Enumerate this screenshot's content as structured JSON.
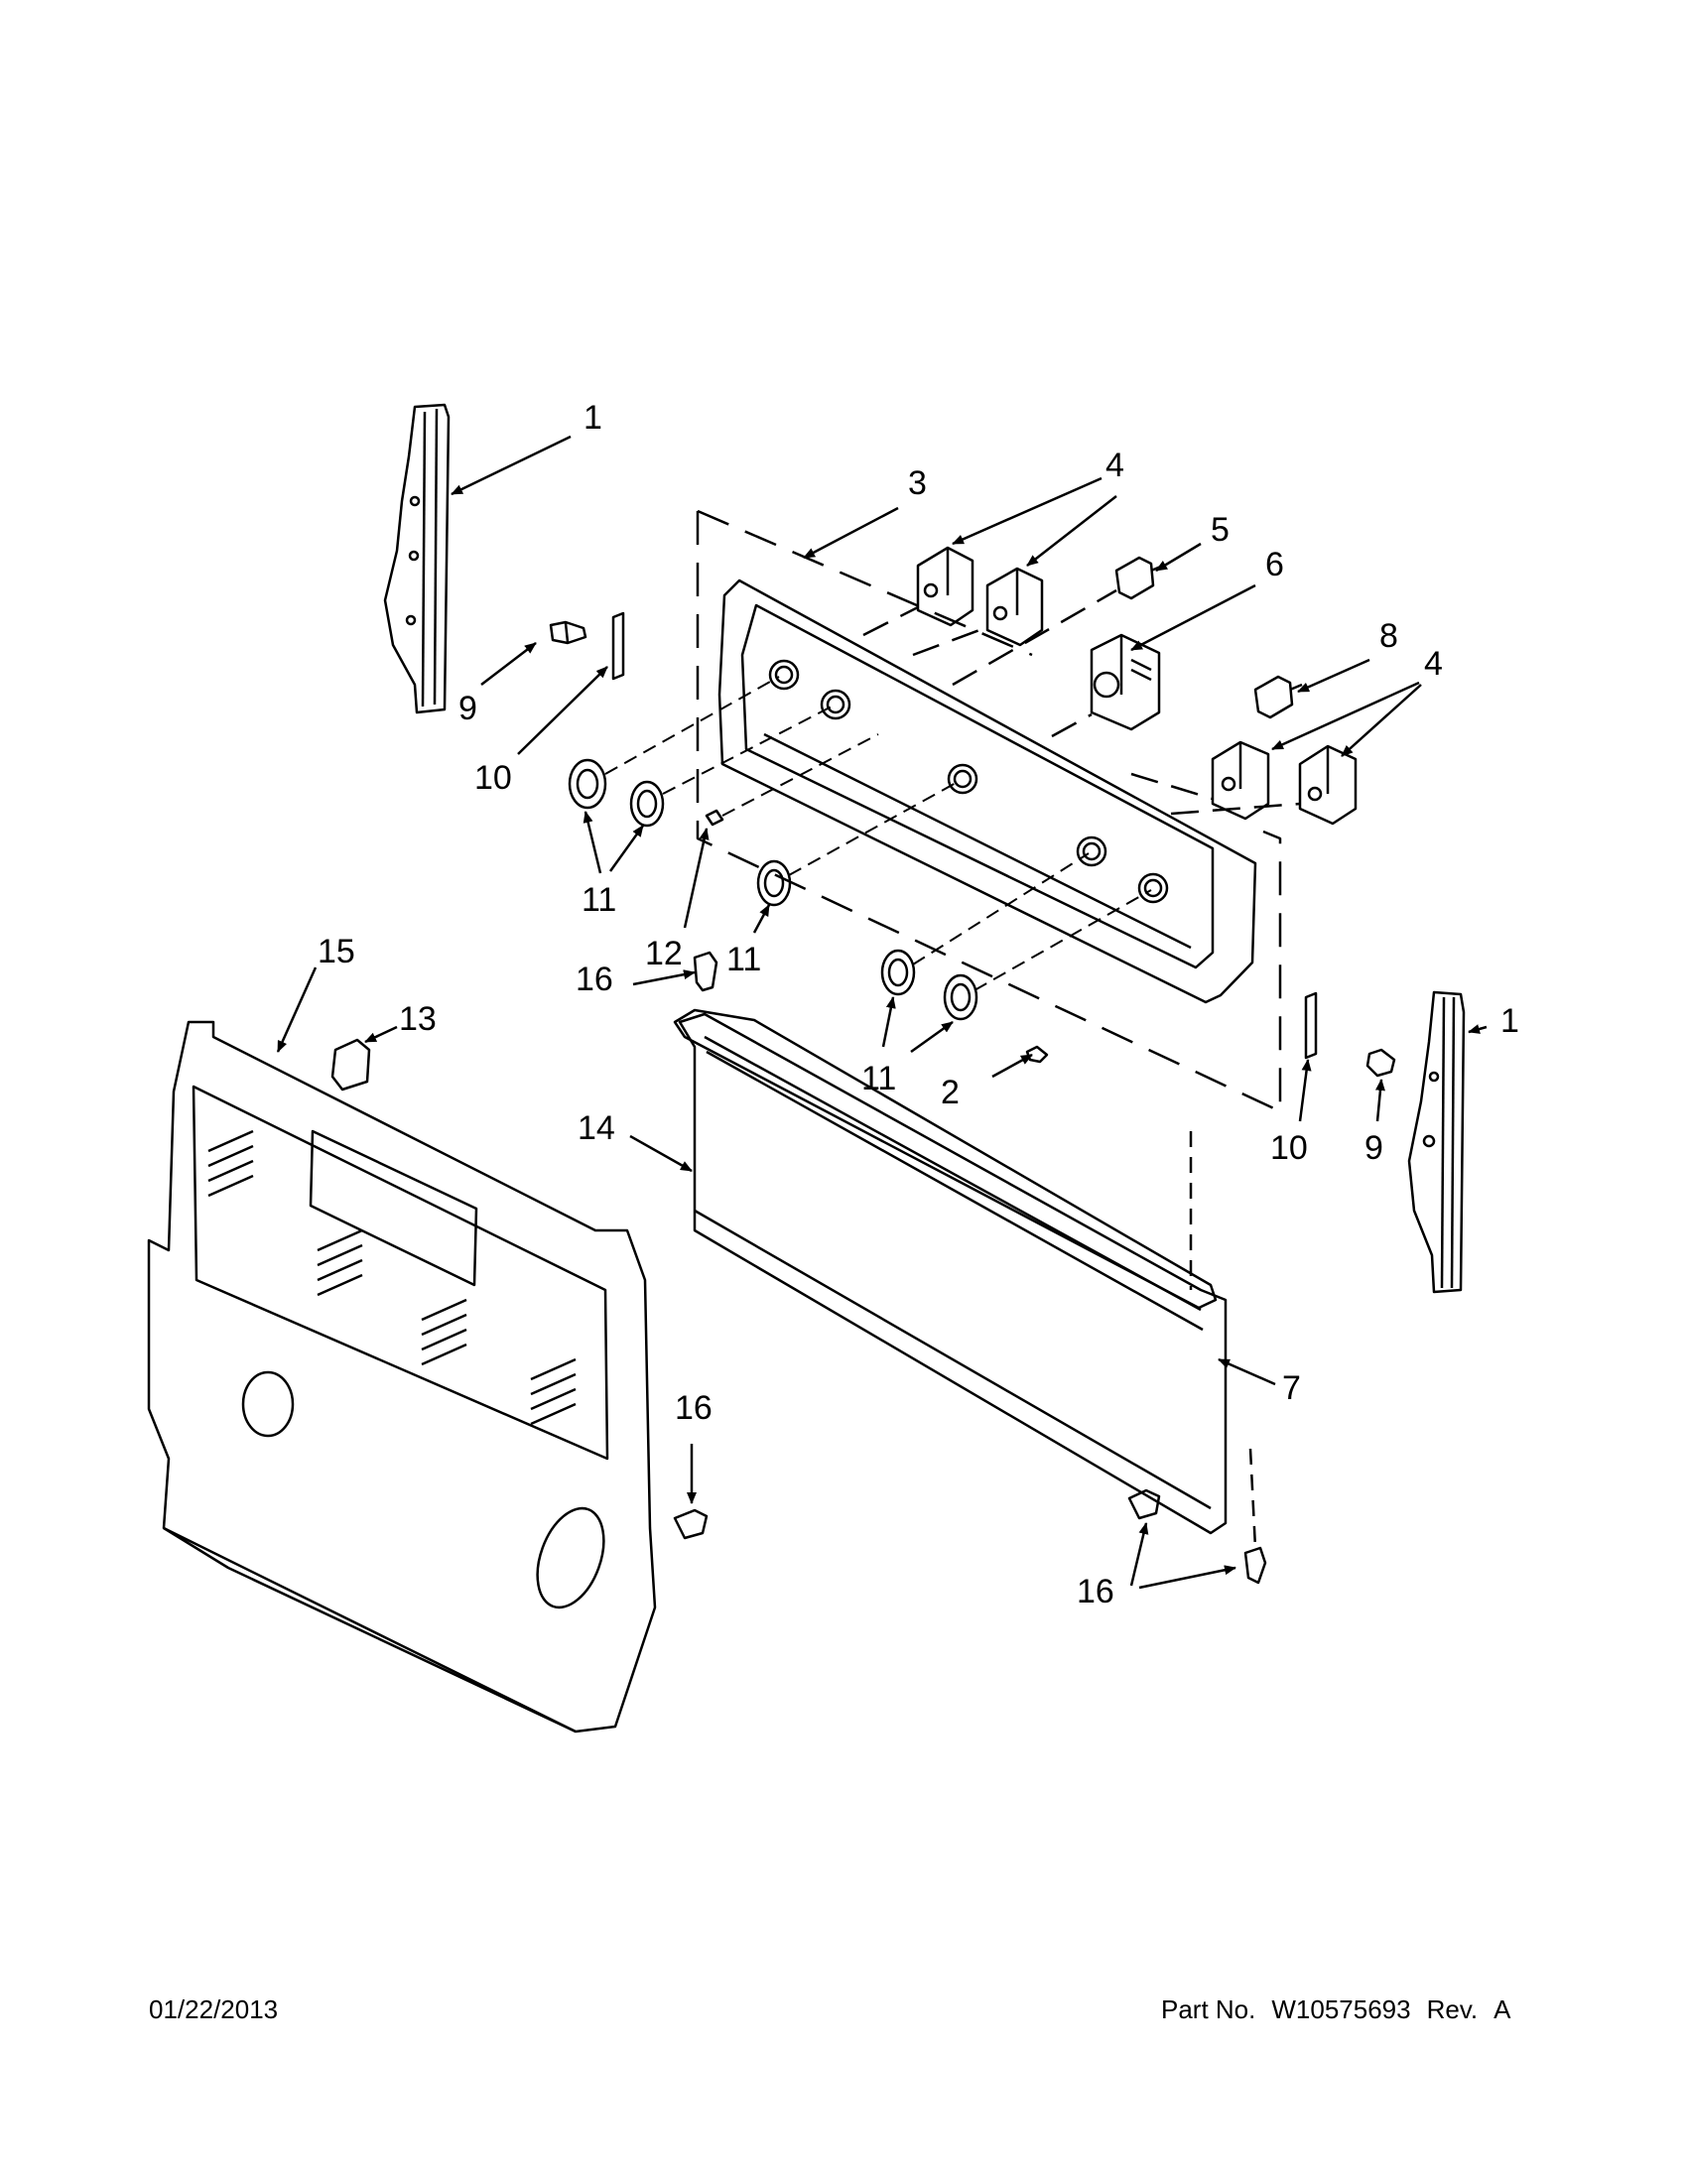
{
  "callouts": {
    "c1a": "1",
    "c1b": "1",
    "c2": "2",
    "c3": "3",
    "c4a": "4",
    "c4b": "4",
    "c5": "5",
    "c6": "6",
    "c7": "7",
    "c8": "8",
    "c9a": "9",
    "c9b": "9",
    "c10a": "10",
    "c10b": "10",
    "c11a": "11",
    "c11b": "11",
    "c11c": "11",
    "c12": "12",
    "c13": "13",
    "c14": "14",
    "c15": "15",
    "c16a": "16",
    "c16b": "16",
    "c16c": "16"
  },
  "footer": {
    "date": "01/22/2013",
    "part_label": "Part No.",
    "part_number": "W10575693",
    "rev_label": "Rev.",
    "rev": "A"
  }
}
